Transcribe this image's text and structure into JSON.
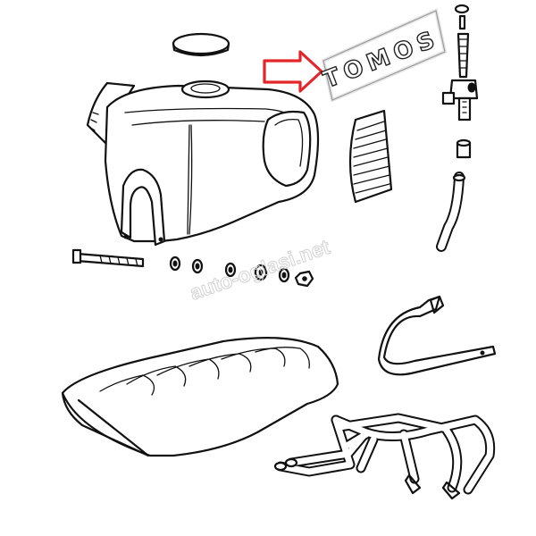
{
  "brand_label": "TOMOS",
  "watermark": "auto-oglasi.net",
  "colors": {
    "arrow": "#e3262b",
    "ink": "#111111",
    "label_box": "#e6e6e6"
  },
  "parts": [
    {
      "name": "fuel-tank-cap"
    },
    {
      "name": "fuel-tank"
    },
    {
      "name": "tank-decal"
    },
    {
      "name": "fuel-tap"
    },
    {
      "name": "fuel-hose"
    },
    {
      "name": "mounting-bolt"
    },
    {
      "name": "washers-and-nut"
    },
    {
      "name": "seat"
    },
    {
      "name": "seat-bracket"
    },
    {
      "name": "luggage-rack"
    }
  ]
}
